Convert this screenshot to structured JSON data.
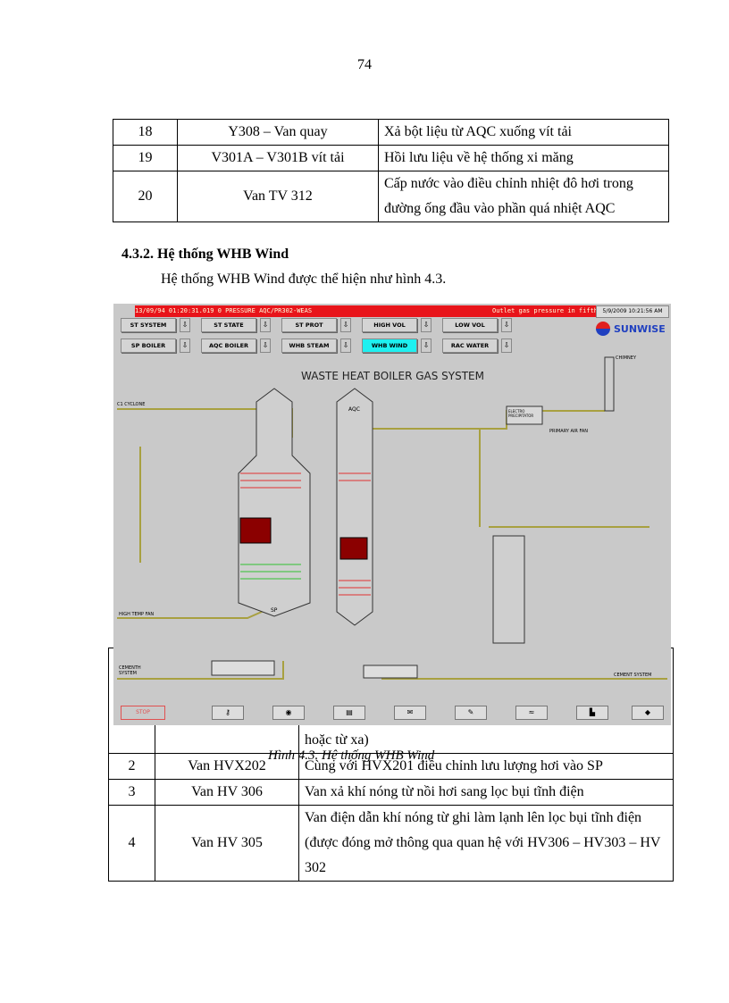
{
  "page_number": "74",
  "table_top": {
    "rows": [
      {
        "no": "18",
        "device": "Y308 – Van  quay",
        "function": "Xả bột liệu từ AQC xuống vít tải"
      },
      {
        "no": "19",
        "device": "V301A – V301B vít tải",
        "function": "Hồi lưu liệu về hệ thống xi măng"
      },
      {
        "no": "20",
        "device": "Van  TV 312",
        "function": "Cấp nước vào điều chỉnh nhiệt đô hơi trong đường ống đầu vào phần quá nhiệt AQC"
      }
    ]
  },
  "heading": "4.3.2. Hệ thống WHB Wind",
  "paragraph": "Hệ thống WHB Wind được thể hiện như hình 4.3.",
  "scada": {
    "alarm_text": "13/09/94  01:20:31.019  0  PRESSURE AQC/PR302-WEAS",
    "alarm_desc": "Outlet gas pressure in fifth room",
    "datetime": "5/9/2009 10:21:56 AM",
    "logo": "SUNWISE",
    "title": "WASTE HEAT BOILER GAS SYSTEM",
    "nav_row1": [
      "ST SYSTEM",
      "ST STATE",
      "ST PROT",
      "HIGH VOL",
      "LOW VOL"
    ],
    "nav_row2": [
      "SP BOILER",
      "AQC BOILER",
      "WHB STEAM",
      "WHB WIND",
      "RAC WATER"
    ],
    "active": "WHB WIND",
    "labels": {
      "cyclone": "C1 CYCLONE",
      "chimney": "CHIMNEY",
      "fan": "PRIMARY AIR FAN",
      "electro": "ELECTRO PRECIPITATOR",
      "hightemp": "HIGH TEMP FAN",
      "cement_left": "CEMENTH SYSTEM",
      "cement_right": "CEMENT SYSTEM",
      "sp": "SP",
      "aqc": "AQC",
      "stop": "STOP"
    },
    "colors": {
      "alarm": "#e8141a",
      "active_tab": "#1ef0f0",
      "pipe": "#a8a040",
      "coil_red": "#e03030",
      "coil_green": "#30c030",
      "core": "#8b0000"
    }
  },
  "table_bottom": {
    "rows": [
      {
        "no": "",
        "device": "",
        "function": "hoặc từ xa)"
      },
      {
        "no": "2",
        "device": "Van HVX202",
        "function": "Cùng với HVX201 điều chỉnh lưu lượng hơi vào SP"
      },
      {
        "no": "3",
        "device": "Van  HV 306",
        "function": "Van xả khí nóng từ nồi hơi sang lọc bụi tĩnh điện"
      },
      {
        "no": "4",
        "device": "Van  HV 305",
        "function": "Van điện dẫn khí nóng từ ghi làm lạnh lên lọc bụi tĩnh điện (được đóng mở thông qua quan hệ với HV306 – HV303 – HV 302"
      }
    ]
  },
  "caption": "Hình 4.3.  Hệ thống WHB Wind"
}
